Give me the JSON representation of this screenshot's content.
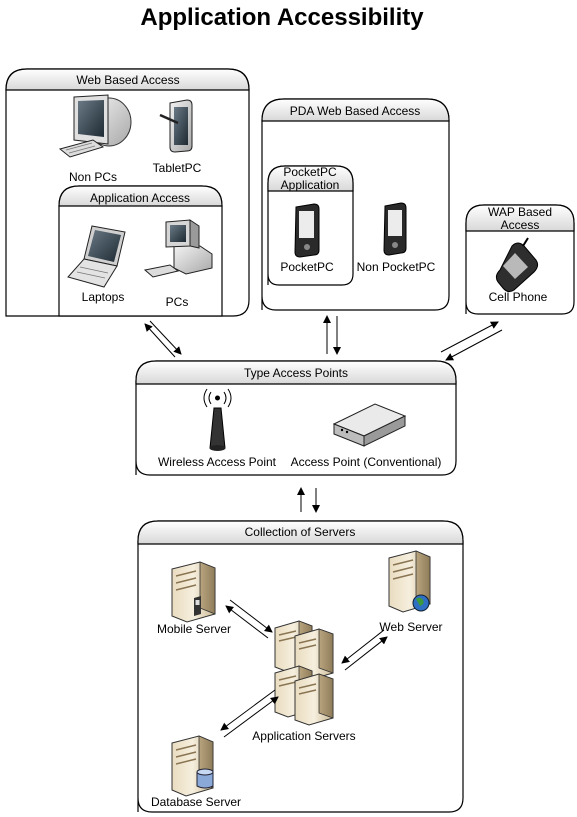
{
  "title": "Application Accessibility",
  "groups": {
    "web": {
      "label": "Web Based Access",
      "items": [
        "Non PCs",
        "TabletPC"
      ]
    },
    "app": {
      "label": "Application Access",
      "items": [
        "Laptops",
        "PCs"
      ]
    },
    "pda": {
      "label": "PDA Web Based Access",
      "items": [
        "PocketPC",
        "Non PocketPC"
      ]
    },
    "pocket": {
      "label_line1": "PocketPC",
      "label_line2": "Application"
    },
    "wap": {
      "label_line1": "WAP Based",
      "label_line2": "Access",
      "items": [
        "Cell Phone"
      ]
    },
    "access": {
      "label": "Type Access Points",
      "items": [
        "Wireless Access Point",
        "Access Point (Conventional)"
      ]
    },
    "servers": {
      "label": "Collection of Servers",
      "items": [
        "Mobile Server",
        "Web Server",
        "Application Servers",
        "Database Server"
      ]
    }
  }
}
